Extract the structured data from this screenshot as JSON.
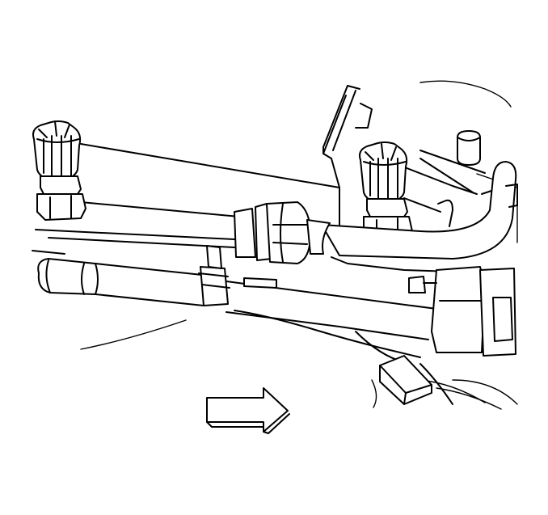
{
  "diagram": {
    "parts": [
      {
        "id": "left-service-valve",
        "icon": "service-valve-cap-icon"
      },
      {
        "id": "right-service-valve",
        "icon": "service-valve-cap-icon"
      },
      {
        "id": "refrigerant-line-fitting",
        "icon": "hex-fitting-icon"
      },
      {
        "id": "lower-hose",
        "icon": "hose-icon"
      },
      {
        "id": "line-clip",
        "icon": "clip-icon"
      },
      {
        "id": "accumulator-outlet",
        "icon": "bent-pipe-icon"
      },
      {
        "id": "bracket-block",
        "icon": "bracket-icon"
      },
      {
        "id": "direction-arrow",
        "icon": "arrow-right-icon",
        "direction": "right"
      }
    ],
    "colors": {
      "line": "#000000",
      "background": "#ffffff"
    }
  }
}
